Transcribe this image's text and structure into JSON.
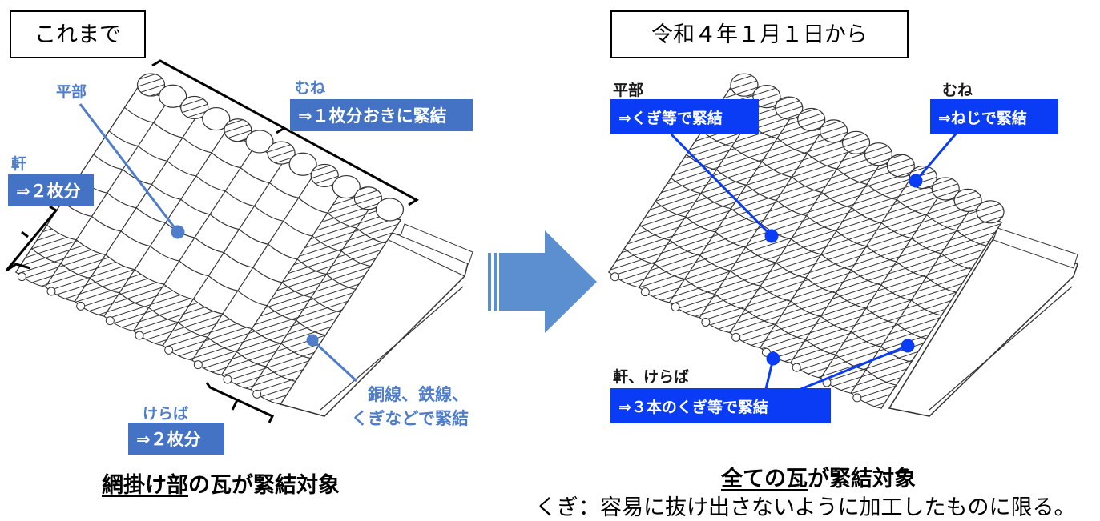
{
  "left": {
    "heading": "これまで",
    "labels": {
      "hirabu": "平部",
      "mune": "むね",
      "mune_note": "⇒１枚分おきに緊結",
      "noki": "軒",
      "noki_note": "⇒２枚分",
      "keraba": "けらば",
      "keraba_note": "⇒２枚分",
      "wire_line1": "銅線、鉄線、",
      "wire_line2": "くぎなどで緊結"
    },
    "caption_underlined": "網掛け部",
    "caption_rest": "の瓦が緊結対象"
  },
  "right": {
    "heading": "令和４年１月１日から",
    "labels": {
      "hirabu": "平部",
      "hirabu_note": "⇒くぎ等で緊結",
      "mune": "むね",
      "mune_note": "⇒ねじで緊結",
      "noki_keraba": "軒、けらば",
      "noki_keraba_note": "⇒３本のくぎ等で緊結"
    },
    "caption_underlined": "全ての瓦",
    "caption_rest": "が緊結対象",
    "footnote": "くぎ：容易に抜け出さないように加工したものに限る。"
  },
  "colors": {
    "left_accent": "#4472c4",
    "left_label_text": "#4f7dc9",
    "right_accent": "#0a3cf5",
    "arrow": "#5b8fd0"
  }
}
